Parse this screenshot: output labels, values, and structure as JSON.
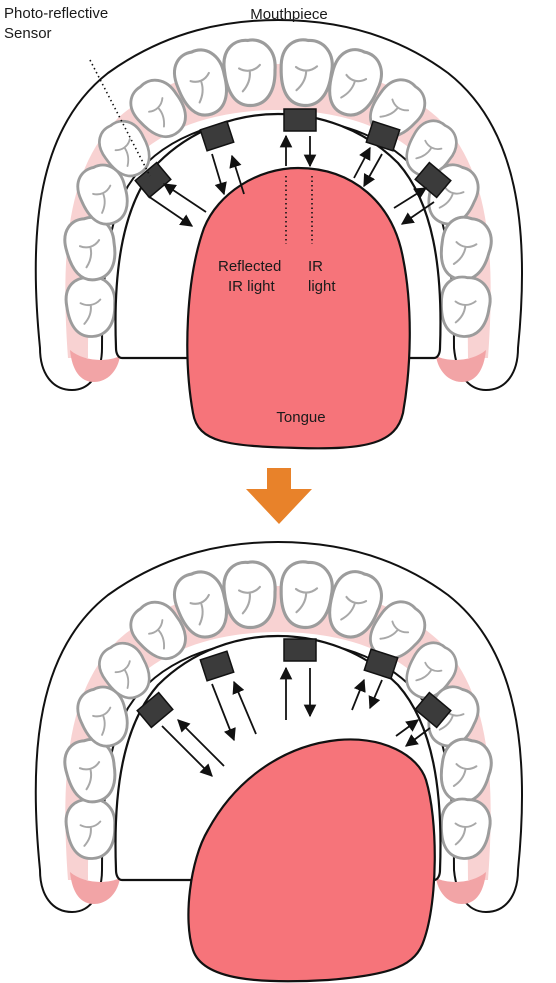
{
  "labels": {
    "photo_reflective_sensor": "Photo-reflective",
    "photo_reflective_sensor_line2": "Sensor",
    "mouthpiece": "Mouthpiece",
    "reflected_ir_light_line1": "Reflected",
    "reflected_ir_light_line2": "IR light",
    "ir_light_line1": "IR",
    "ir_light_line2": "light",
    "tongue": "Tongue"
  },
  "colors": {
    "tongue": "#f6747a",
    "gum": "#f8d2d2",
    "sensor": "#3b3b3b",
    "transition_arrow": "#e8822a"
  },
  "icons": {
    "transition": "down-arrow-icon"
  }
}
